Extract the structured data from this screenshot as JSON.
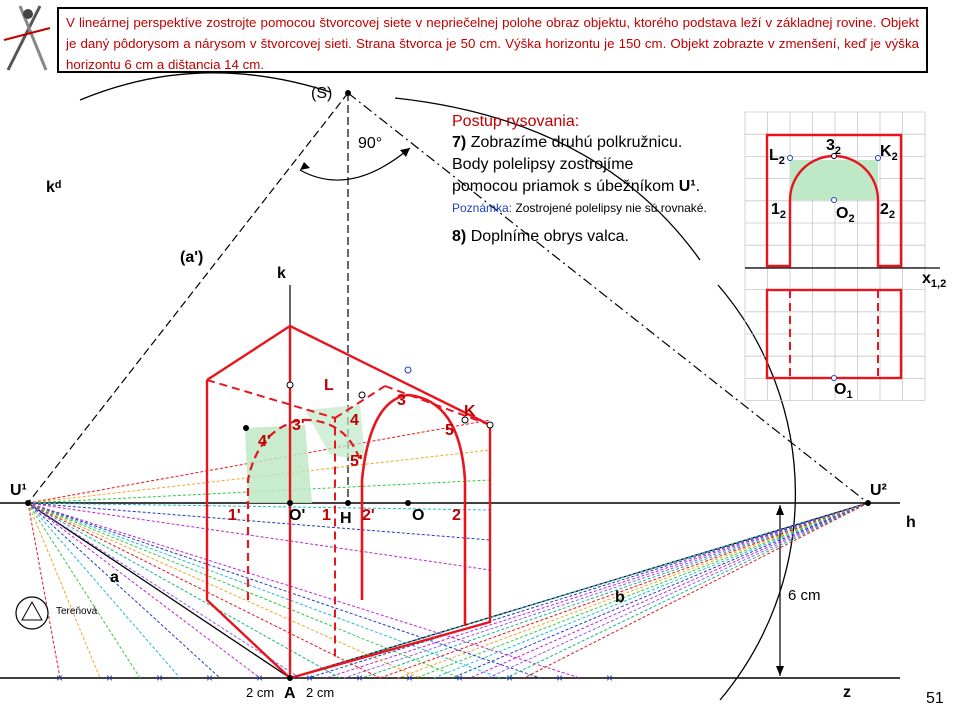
{
  "task": "V lineárnej perspektíve zostrojte pomocou štvorcovej siete v nepriečelnej polohe obraz objektu, ktorého podstava leží v základnej rovine. Objekt je daný pôdorysom a nárysom v štvorcovej sieti. Strana štvorca je 50 cm. Výška horizontu je 150 cm. Objekt zobrazte v zmenšení, keď je výška horizontu 6 cm a dištancia 14 cm.",
  "steps": {
    "heading": "Postup rysovania:",
    "step7_num": "7)",
    "step7_line1": "Zobrazíme druhú polkružnicu.",
    "step7_line2": "Body polelipsy zostrojíme",
    "step7_line3_pre": "pomocou priamok s úbežníkom",
    "step7_line3_bold": "U¹",
    "step7_line3_post": ".",
    "note_label": "Poznámka:",
    "note_text": "Zostrojené polelipsy nie sú rovnaké.",
    "step8_num": "8)",
    "step8_text": "Doplníme obrys valca."
  },
  "labels": {
    "S": "(S)",
    "angle": "90°",
    "kd": "kᵈ",
    "a_prime": "(a')",
    "k": "k",
    "U1": "U¹",
    "U2": "U²",
    "h": "h",
    "a": "a",
    "b": "b",
    "z": "z",
    "A": "A",
    "H": "H",
    "O": "O",
    "O_prime": "O'",
    "L": "L",
    "K": "K",
    "p1": "1",
    "p1p": "1'",
    "p2": "2",
    "p2p": "2'",
    "p3": "3",
    "p3p": "3'",
    "p4": "4",
    "p4p": "4'",
    "p5": "5",
    "p5p": "5'",
    "six_cm": "6 cm",
    "two_cm_left": "2 cm",
    "two_cm_right": "2 cm"
  },
  "ortho": {
    "L2": "L",
    "K2": "K",
    "three2": "3",
    "one2": "1",
    "two2": "2",
    "O2": "O",
    "O1": "O",
    "x12": "x",
    "sub2": "2",
    "sub1": "1",
    "sub12": "1,2"
  },
  "author": "Tereňová",
  "page_number": "51",
  "colors": {
    "red": "#e8141e",
    "dark_red": "#c00000",
    "green_fill": "#bfe8c6",
    "cyan": "#22b8d8",
    "blue": "#1f3fbf"
  }
}
